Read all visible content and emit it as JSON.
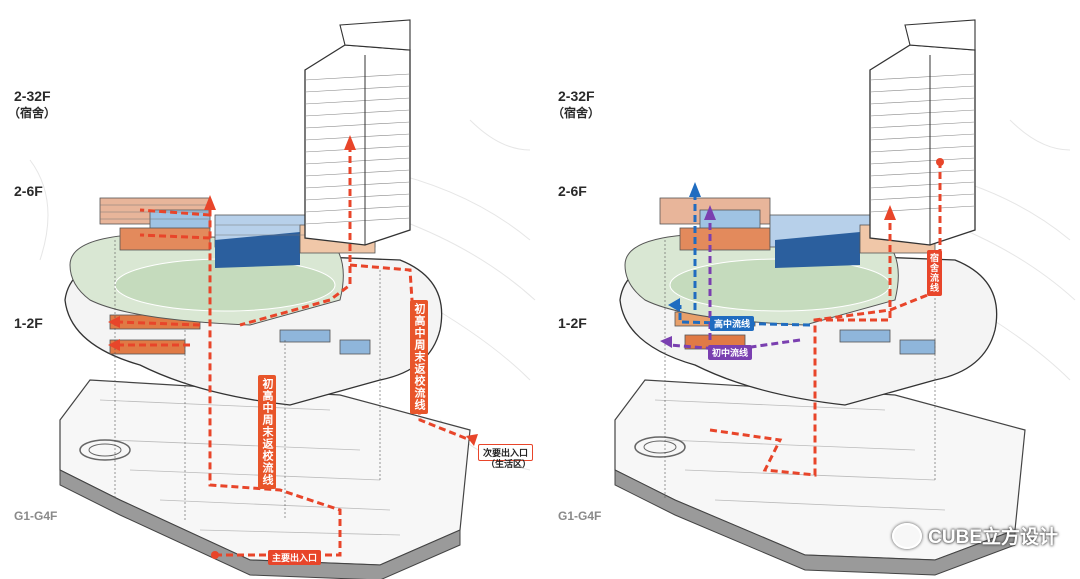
{
  "left": {
    "floors": {
      "f_tower": "2-32F",
      "f_tower_sub": "（宿舍）",
      "f_2_6": "2-6F",
      "f_1_2": "1-2F",
      "f_g": "G1-G4F"
    },
    "route_label_a": "初高中周末返校流线",
    "route_label_b": "初高中周末返校流线",
    "entry_secondary": "次要出入口",
    "entry_secondary_sub": "（生活区）",
    "entry_main": "主要出入口"
  },
  "right": {
    "floors": {
      "f_tower": "2-32F",
      "f_tower_sub": "（宿舍）",
      "f_2_6": "2-6F",
      "f_1_2": "1-2F",
      "f_g": "G1-G4F"
    },
    "label_high": "高中流线",
    "label_mid": "初中流线",
    "label_tower": "宿舍流线"
  },
  "watermark": "CUBE立方设计",
  "colors": {
    "route_red": "#e8452a",
    "route_blue": "#1f6cc0",
    "route_purple": "#7a3fb0",
    "field_green": "#cfe0c8",
    "block_blue": "#8fb6db",
    "block_orange": "#e8a06a"
  }
}
